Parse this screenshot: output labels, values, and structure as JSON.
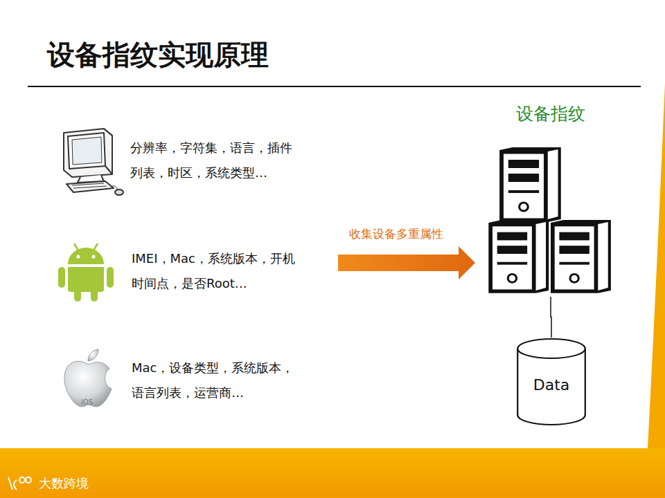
{
  "diagram": {
    "title": "设备指纹实现原理",
    "nodes": [
      {
        "text": [
          "设备指纹"
        ]
      },
      {
        "text": [
          "Data"
        ]
      }
    ],
    "edges": [
      {
        "from": 0,
        "to": 1,
        "arrow": "none"
      }
    ],
    "labels": [
      "分辨率，字符集，语言，插件 列表，时区，系统类型…",
      "IMEI，Mac，系统版本，开机 时间点，是否Root…",
      "Mac，设备类型，系统版本， 语言列表，运营商…",
      "iOS",
      "收集设备多重属性",
      "大数跨境"
    ]
  }
}
